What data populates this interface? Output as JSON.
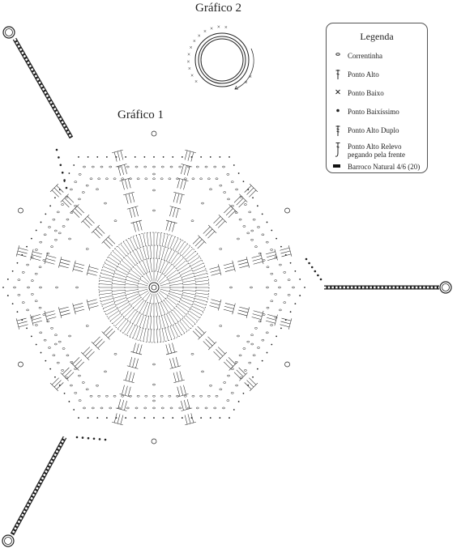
{
  "charts": {
    "chart1_title": "Gráfico 1",
    "chart2_title": "Gráfico 2"
  },
  "legend": {
    "title": "Legenda",
    "items": [
      {
        "symbol": "chain-stitch-icon",
        "label": "Correntinha"
      },
      {
        "symbol": "double-crochet-icon",
        "label": "Ponto Alto"
      },
      {
        "symbol": "single-crochet-icon",
        "label": "Ponto Baixo"
      },
      {
        "symbol": "slip-stitch-icon",
        "label": "Ponto Baixíssimo"
      },
      {
        "symbol": "treble-crochet-icon",
        "label": "Ponto Alto Duplo"
      },
      {
        "symbol": "front-post-dc-icon",
        "label": "Ponto Alto Relevo",
        "label2": "pegando pela frente"
      },
      {
        "symbol": "yarn-swatch-icon",
        "label": "Barroco Natural 4/6 (20)"
      }
    ]
  },
  "colors": {
    "ink": "#222222",
    "yarn": "#111111"
  }
}
